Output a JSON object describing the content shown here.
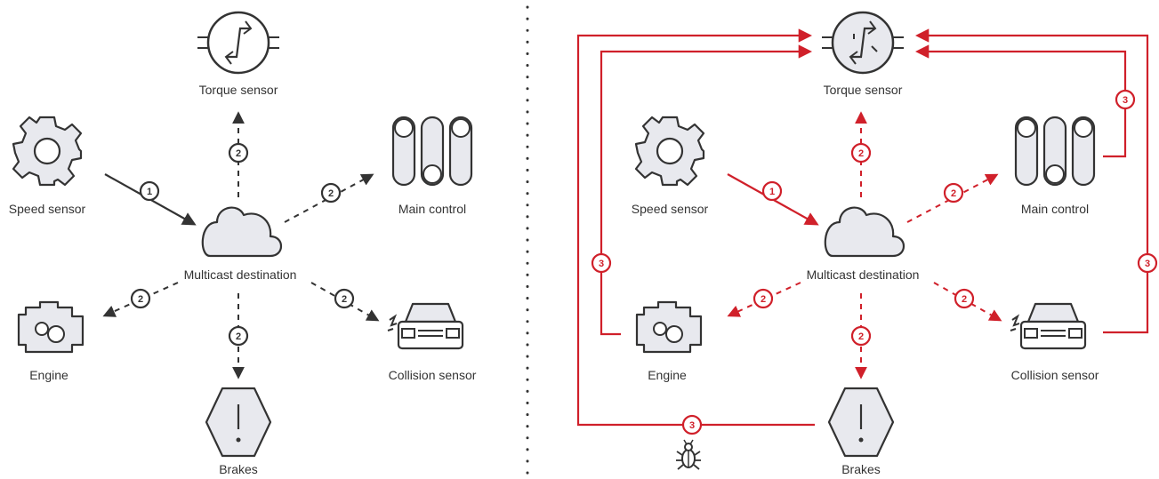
{
  "colors": {
    "dark": "#333333",
    "red": "#d0202a",
    "icon_fill": "#e8e9ee",
    "divider": "#333333"
  },
  "left_panel": {
    "nodes": {
      "torque": {
        "label": "Torque sensor",
        "icon": "torque-sensor-icon"
      },
      "speed": {
        "label": "Speed sensor",
        "icon": "gear-icon"
      },
      "main": {
        "label": "Main control",
        "icon": "cylinders-icon"
      },
      "multicast": {
        "label": "Multicast destination",
        "icon": "cloud-icon"
      },
      "engine": {
        "label": "Engine",
        "icon": "engine-icon"
      },
      "collision": {
        "label": "Collision sensor",
        "icon": "car-icon"
      },
      "brakes": {
        "label": "Brakes",
        "icon": "warning-hexagon-icon"
      }
    },
    "badges": {
      "step1": "1",
      "step2": "2"
    }
  },
  "right_panel": {
    "nodes": {
      "torque": {
        "label": "Torque sensor",
        "icon": "torque-sensor-icon"
      },
      "speed": {
        "label": "Speed sensor",
        "icon": "gear-icon"
      },
      "main": {
        "label": "Main control",
        "icon": "cylinders-icon"
      },
      "multicast": {
        "label": "Multicast destination",
        "icon": "cloud-icon"
      },
      "engine": {
        "label": "Engine",
        "icon": "engine-icon"
      },
      "collision": {
        "label": "Collision sensor",
        "icon": "car-icon"
      },
      "brakes": {
        "label": "Brakes",
        "icon": "warning-hexagon-icon"
      }
    },
    "badges": {
      "step1": "1",
      "step2": "2",
      "step3": "3"
    },
    "bug_icon": "bug-icon"
  }
}
